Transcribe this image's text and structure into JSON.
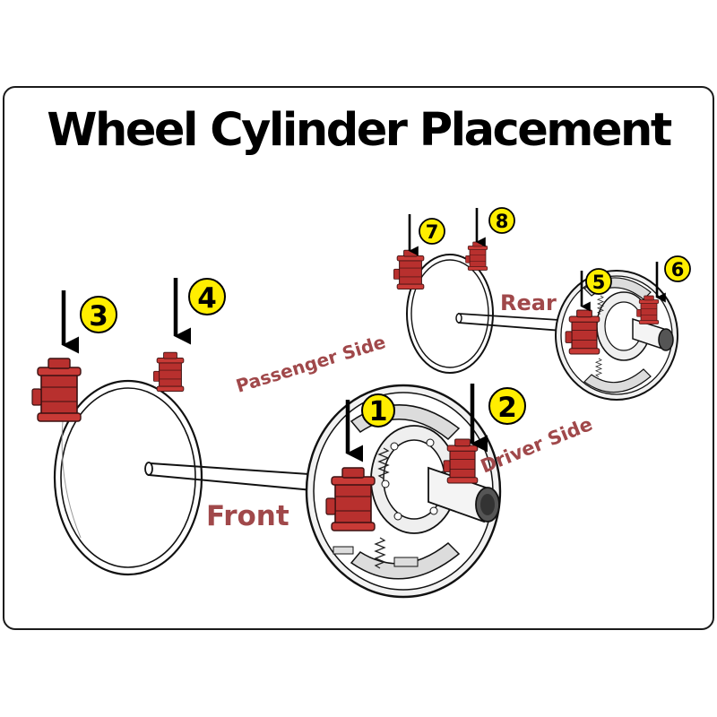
{
  "title": "Wheel Cylinder Placement",
  "labels": {
    "front": "Front",
    "rear": "Rear",
    "passenger_side": "Passenger Side",
    "driver_side": "Driver Side"
  },
  "markers": [
    "1",
    "2",
    "3",
    "4",
    "5",
    "6",
    "7",
    "8"
  ],
  "colors": {
    "marker_fill": "#ffee00",
    "cylinder": "#b8302e",
    "label_text": "#a0484a",
    "frame": "#1a1a1a"
  }
}
